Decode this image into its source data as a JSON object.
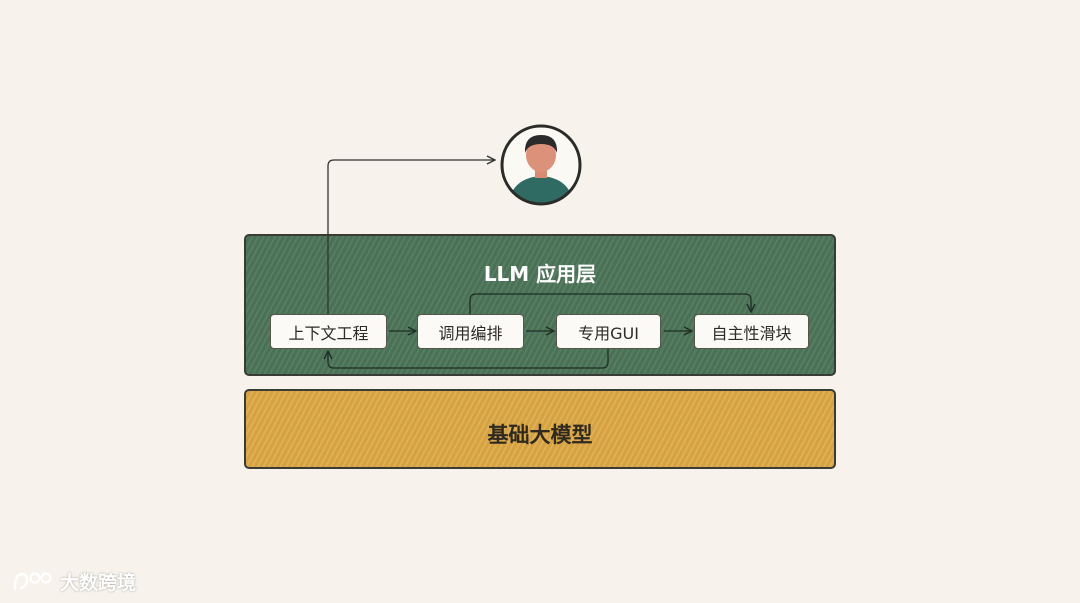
{
  "diagram": {
    "app_layer": {
      "title": "LLM 应用层"
    },
    "base_layer": {
      "title": "基础大模型"
    },
    "modules": [
      {
        "label": "上下文工程"
      },
      {
        "label": "调用编排"
      },
      {
        "label": "专用GUI"
      },
      {
        "label": "自主性滑块"
      }
    ],
    "user": {
      "icon": "user-avatar-icon"
    }
  },
  "watermark": {
    "text": "大数跨境",
    "icon": "brand-logo-icon"
  },
  "colors": {
    "background": "#f7f3ec",
    "app_layer": "#4d7559",
    "base_layer": "#dca845",
    "module_fill": "#fbfaf6",
    "line": "#3b3b36"
  }
}
